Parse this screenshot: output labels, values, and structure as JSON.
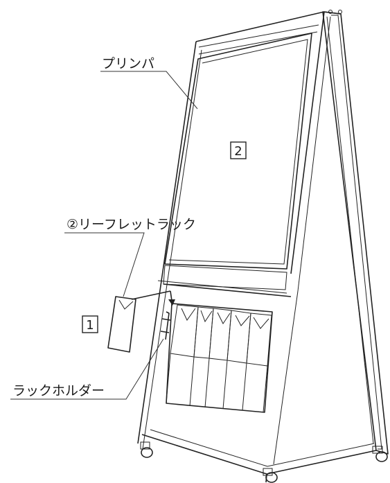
{
  "labels": {
    "board": "プリンパ",
    "leaflet_rack": "②リーフレットラック",
    "rack_holder": "ラックホルダー"
  },
  "steps": {
    "step1": "1",
    "step2": "2"
  }
}
